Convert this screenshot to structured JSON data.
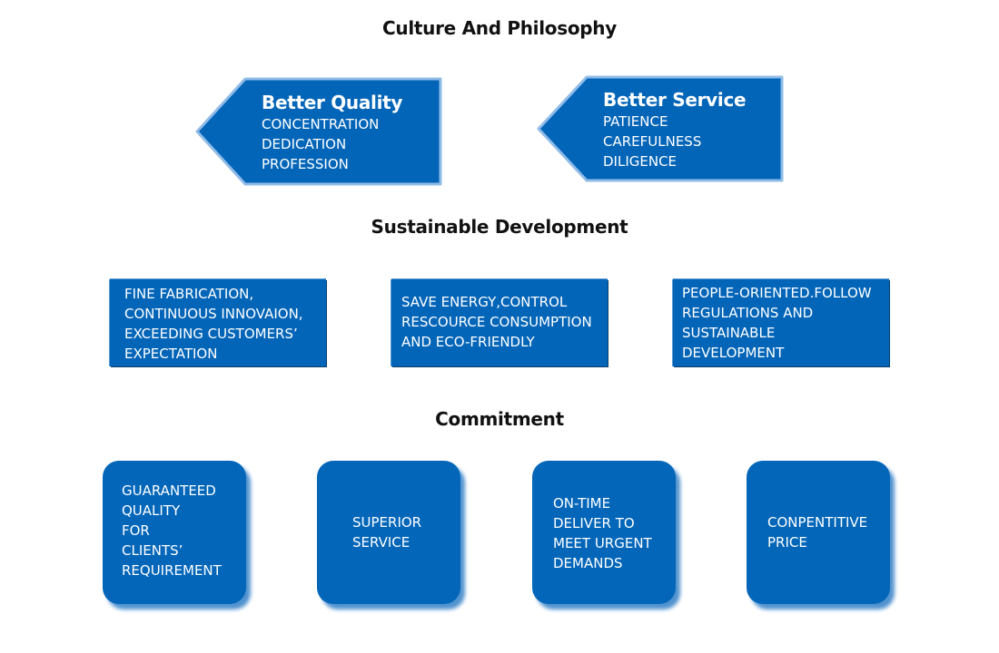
{
  "sections": {
    "culture": {
      "heading": "Culture And Philosophy",
      "arrows": [
        {
          "title": "Better Quality",
          "lines": [
            "CONCENTRATION",
            "DEDICATION",
            "PROFESSION"
          ]
        },
        {
          "title": "Better Service",
          "lines": [
            "PATIENCE",
            "CAREFULNESS",
            "DILIGENCE"
          ]
        }
      ]
    },
    "sustainable": {
      "heading": "Sustainable Development",
      "boxes": [
        {
          "lines": [
            "FINE FABRICATION,",
            "CONTINUOUS INNOVAION,",
            "EXCEEDING CUSTOMERS’",
            "EXPECTATION"
          ]
        },
        {
          "lines": [
            "SAVE ENERGY,CONTROL",
            "RESCOURCE CONSUMPTION",
            "AND ECO-FRIENDLY"
          ]
        },
        {
          "lines": [
            "PEOPLE-ORIENTED.FOLLOW",
            "REGULATIONS AND",
            "SUSTAINABLE",
            "DEVELOPMENT"
          ]
        }
      ]
    },
    "commitment": {
      "heading": "Commitment",
      "cards": [
        {
          "lines": [
            "GUARANTEED",
            "QUALITY",
            "FOR",
            "CLIENTS’",
            "REQUIREMENT"
          ]
        },
        {
          "lines": [
            "SUPERIOR",
            "SERVICE"
          ]
        },
        {
          "lines": [
            "ON-TIME",
            "DELIVER TO",
            "MEET URGENT",
            "DEMANDS"
          ]
        },
        {
          "lines": [
            "CONPENTITIVE",
            "PRICE"
          ]
        }
      ]
    }
  },
  "colors": {
    "shape_fill": "#0365b8",
    "arrow_border": "#8fbbe8",
    "card_shadow": "#5193cf",
    "heading_text": "#111111",
    "shape_text": "#ffffff"
  }
}
